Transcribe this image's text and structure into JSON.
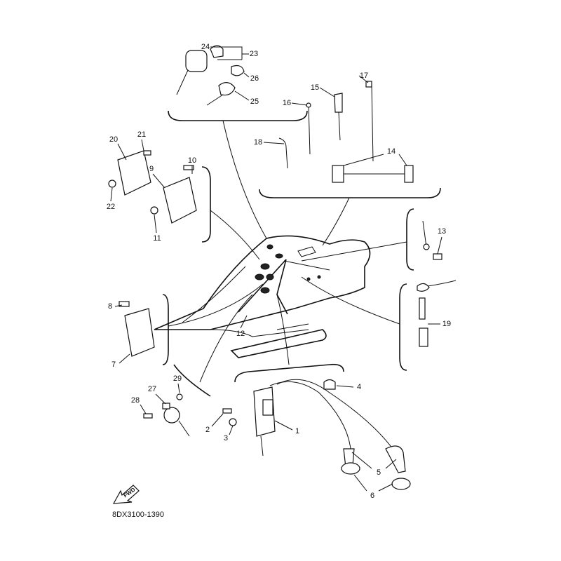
{
  "diagram_code": "8DX3100-1390",
  "fwd_label": "FWD",
  "labels": {
    "1": "1",
    "2": "2",
    "3": "3",
    "4": "4",
    "5": "5",
    "6": "6",
    "7": "7",
    "8": "8",
    "9": "9",
    "10": "10",
    "11": "11",
    "12": "12",
    "13": "13",
    "14": "14",
    "15": "15",
    "16": "16",
    "17": "17",
    "18": "18",
    "19": "19",
    "20": "20",
    "21": "21",
    "22": "22",
    "23": "23",
    "24": "24",
    "25": "25",
    "26": "26",
    "27": "27",
    "28": "28",
    "29": "29"
  }
}
